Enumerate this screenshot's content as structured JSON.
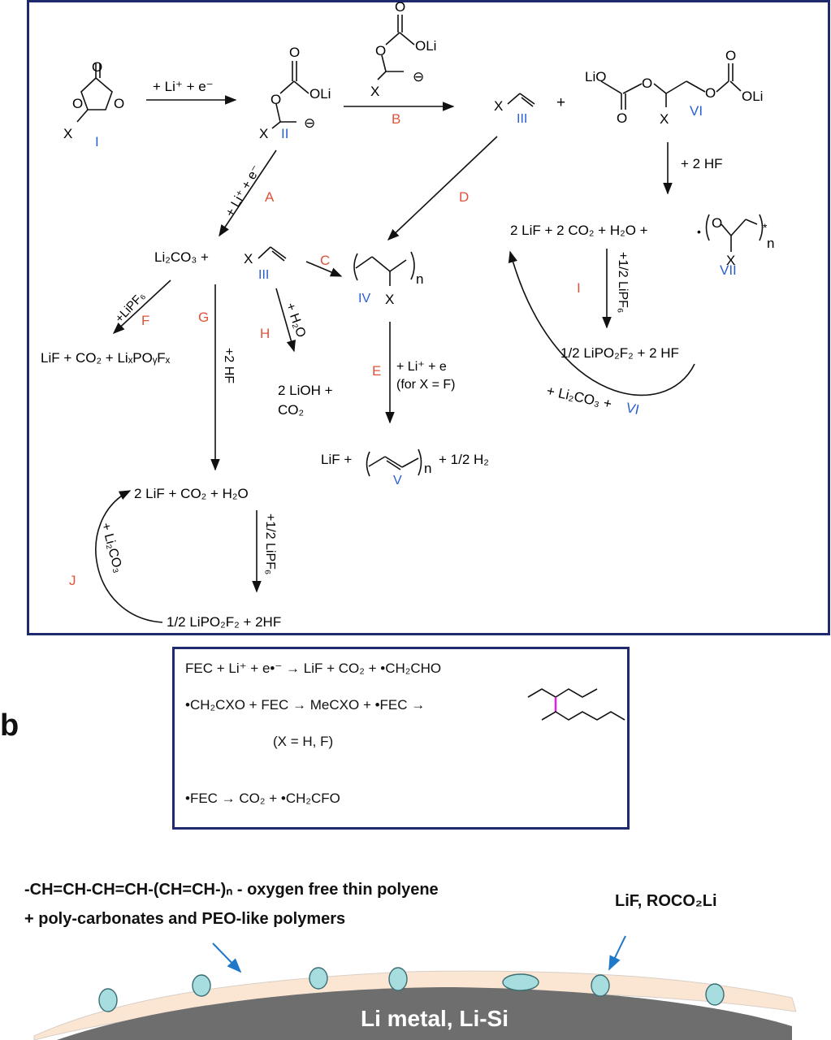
{
  "panel_a": {
    "compounds": {
      "I": "I",
      "II": "II",
      "III": "III",
      "IV": "IV",
      "V": "V",
      "VI": "VI",
      "VII": "VII"
    },
    "text": {
      "step1": "+ Li⁺ + e⁻",
      "li_carb_II": "OLi",
      "x": "X",
      "radical_minus": "⊖",
      "plus": "+",
      "li2co3_plus": "Li₂CO₃ +",
      "lif_co2_lixpoyfx": "LiF + CO₂ + LiₓPOᵧFₓ",
      "two_lioh": "2 LiOH +",
      "co2": "CO₂",
      "lif_plus": "LiF +",
      "half_h2": "+ 1/2 H₂",
      "n": "n",
      "two_lif_co2_h2o_left": "2 LiF + CO₂ + H₂O",
      "half_lipo2f2_2hf_left": "1/2 LiPO₂F₂ + 2HF",
      "two_lif_2co2_h2o_right": "2 LiF + 2 CO₂ + H₂O + ",
      "half_lipo2f2_2hf_right": "1/2 LiPO₂F₂ + 2 HF",
      "plus_2hf": "+ 2 HF",
      "plus_li_e_a": "+ Li⁺ + e⁻",
      "plus_lipf6": "+LiPF₆",
      "plus_2hf_vert": "+2 HF",
      "plus_h2o": "+ H₂O",
      "plus_li_e_E": "+ Li⁺ + e",
      "for_x_f": "(for X = F)",
      "plus_half_lipf6": "+1/2 LiPF₆",
      "plus_li2co3": "+ Li₂CO₃",
      "plus_li2co3_vi": "+ Li₂CO₃  +",
      "lio": "LiO",
      "oli": "OLi",
      "O": "O"
    },
    "step_labels": {
      "A": "A",
      "B": "B",
      "C": "C",
      "D": "D",
      "E": "E",
      "F": "F",
      "G": "G",
      "H": "H",
      "I": "I",
      "J": "J"
    }
  },
  "panel_b": {
    "label": "b",
    "lines": [
      "FEC + Li⁺ + e•⁻ → LiF + CO₂ + •CH₂CHO",
      "•CH₂CXO + FEC → MeCXO + •FEC →",
      "(X = H, F)",
      "•FEC → CO₂ + •CH₂CFO"
    ]
  },
  "panel_c": {
    "left_label_line1": "-CH=CH-CH=CH-(CH=CH-)ₙ  -  oxygen free thin polyene",
    "left_label_line2": "+ poly-carbonates and PEO-like polymers",
    "right_label": "LiF, ROCO₂Li",
    "substrate_label": "Li metal, Li-Si"
  },
  "colors": {
    "frame": "#1f2a6e",
    "roman_numerals": "#2a5fd0",
    "step_letters": "#e0533a",
    "substrate": "#6e6e6e",
    "sei_film": "#fbe6d4",
    "particles": "#a8dde0",
    "arrows_blue": "#1f78c8",
    "bond_highlight": "#e020e0"
  }
}
